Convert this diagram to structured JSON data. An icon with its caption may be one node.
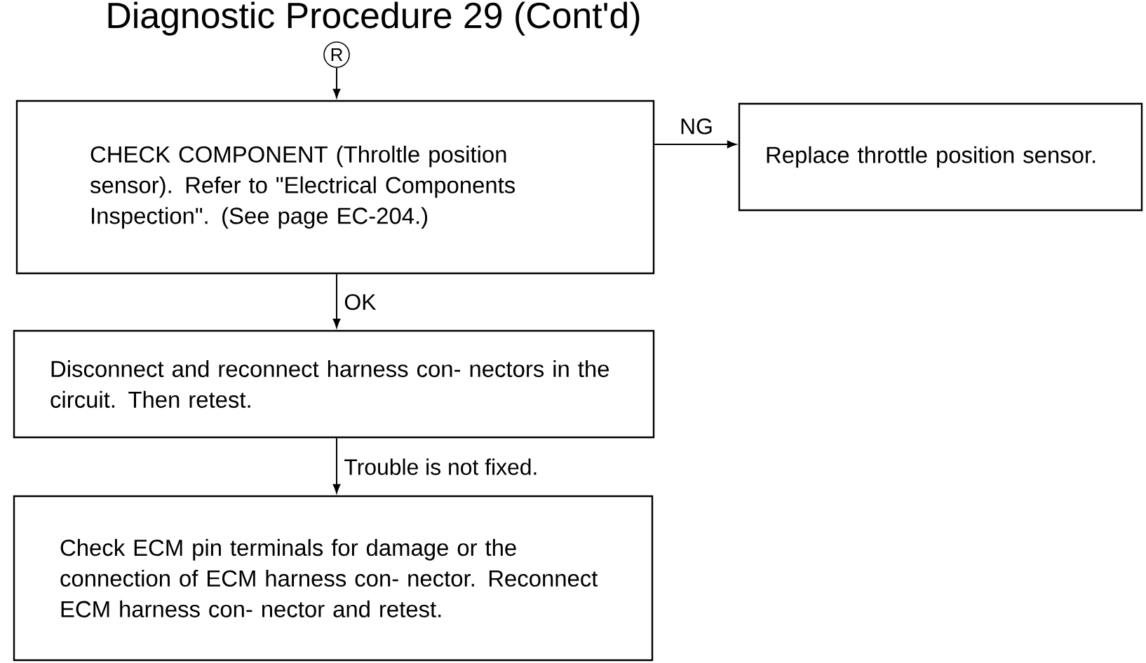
{
  "diagram": {
    "title": "Diagnostic Procedure 29 (Cont'd)",
    "nodes": [
      {
        "text": [
          "R"
        ]
      },
      {
        "text": [
          "CHECK COMPONENT (Throltle position sensor). Refer to \"Electrical Components Inspection\". (See page EC-204.)"
        ]
      },
      {
        "text": [
          "Replace throttle position sensor."
        ]
      },
      {
        "text": [
          "Disconnect and reconnect harness con- nectors in the circuit. Then retest."
        ]
      },
      {
        "text": [
          "Check ECM pin terminals for damage or the connection of ECM harness con- nector. Reconnect ECM harness con- nector and retest."
        ]
      }
    ],
    "edges": [
      {
        "from": 0,
        "to": 1,
        "arrow": "to"
      },
      {
        "from": 1,
        "to": 2,
        "arrow": "to",
        "label": "NG"
      },
      {
        "from": 1,
        "to": 3,
        "arrow": "to",
        "label": "OK"
      },
      {
        "from": 3,
        "to": 4,
        "arrow": "to",
        "label": "Trouble is not fixed."
      }
    ]
  }
}
